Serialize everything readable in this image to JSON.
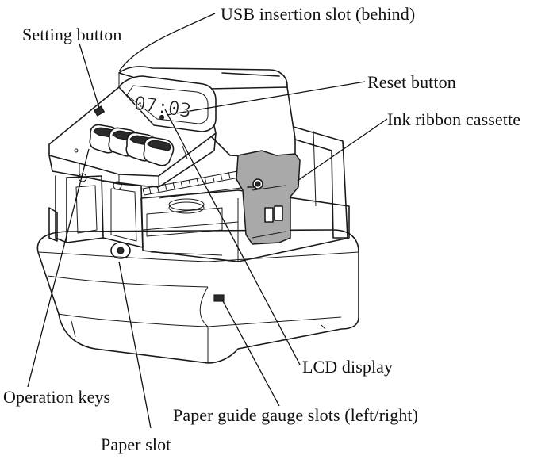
{
  "callouts": {
    "usb_slot": "USB insertion slot (behind)",
    "setting_button": "Setting button",
    "reset_button": "Reset button",
    "ink_ribbon": "Ink ribbon cassette",
    "lcd_display": "LCD display",
    "operation_keys": "Operation keys",
    "paper_guide": "Paper guide gauge slots (left/right)",
    "paper_slot": "Paper slot"
  },
  "lcd": {
    "time": "07:03"
  }
}
